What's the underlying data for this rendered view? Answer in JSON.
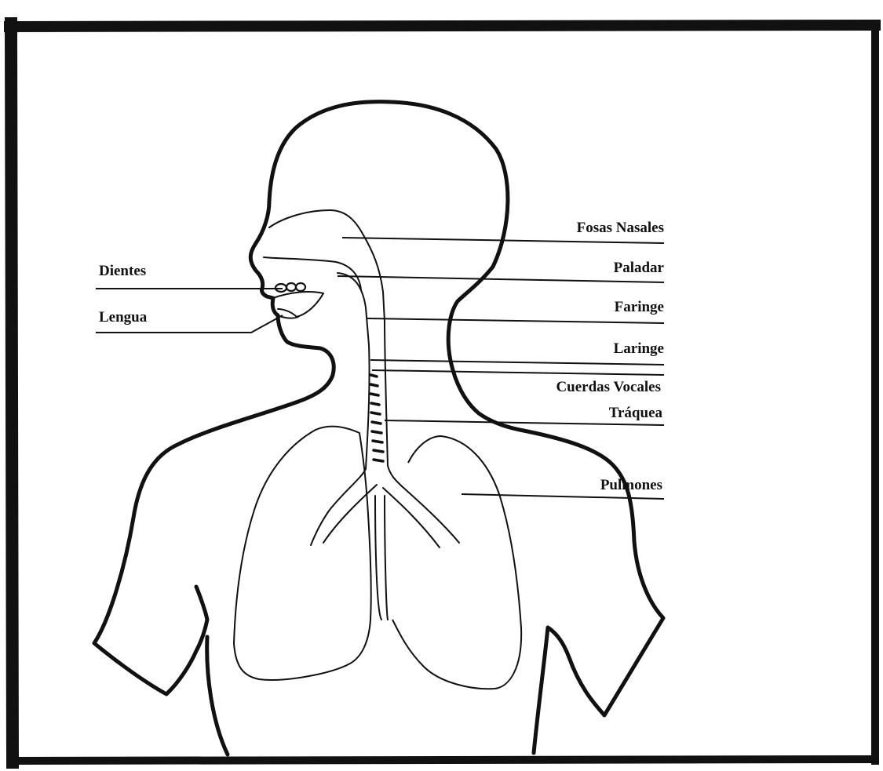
{
  "colors": {
    "ink": "#111111",
    "background": "#ffffff"
  },
  "labels": {
    "dientes": "Dientes",
    "lengua": "Lengua",
    "fosas_nasales": "Fosas Nasales",
    "paladar": "Paladar",
    "faringe": "Faringe",
    "laringe": "Laringe",
    "cuerdas_vocales": "Cuerdas Vocales",
    "traquea": "Tráquea",
    "pulmones": "Pulmones"
  }
}
